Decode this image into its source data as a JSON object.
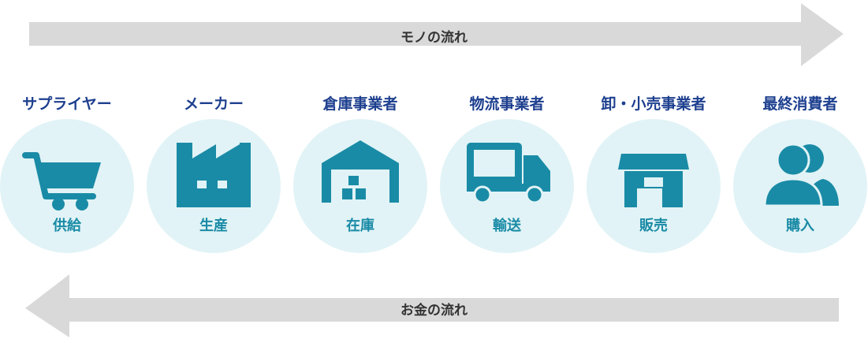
{
  "flows": {
    "goods_label": "モノの流れ",
    "money_label": "お金の流れ"
  },
  "colors": {
    "arrow": "#d9d9d9",
    "circle": "#e1f3f6",
    "icon": "#1a8ba6",
    "actor_text": "#1d3f8f"
  },
  "stages": [
    {
      "actor": "サプライヤー",
      "activity": "供給",
      "icon": "shopping-cart-icon"
    },
    {
      "actor": "メーカー",
      "activity": "生産",
      "icon": "factory-icon"
    },
    {
      "actor": "倉庫事業者",
      "activity": "在庫",
      "icon": "warehouse-icon"
    },
    {
      "actor": "物流事業者",
      "activity": "輸送",
      "icon": "truck-icon"
    },
    {
      "actor": "卸・小売事業者",
      "activity": "販売",
      "icon": "store-icon"
    },
    {
      "actor": "最終消費者",
      "activity": "購入",
      "icon": "consumers-icon"
    }
  ]
}
